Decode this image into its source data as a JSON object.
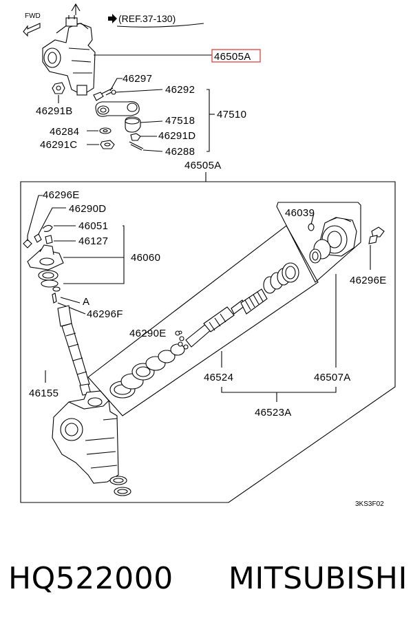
{
  "header": {
    "direction_label": "FWD",
    "reference": "(REF.37-130)"
  },
  "callouts": {
    "highlighted": "46505A",
    "c46297": "46297",
    "c46292": "46292",
    "c46291B": "46291B",
    "c47510": "47510",
    "c47518": "47518",
    "c46284": "46284",
    "c46291D": "46291D",
    "c46291C": "46291C",
    "c46288": "46288",
    "c46505A": "46505A",
    "c46296E_top": "46296E",
    "c46290D": "46290D",
    "c46051": "46051",
    "c46127": "46127",
    "c46060": "46060",
    "cA": "A",
    "c46296F": "46296F",
    "c46290E": "46290E",
    "c46155": "46155",
    "c46524": "46524",
    "c46507A": "46507A",
    "c46523A": "46523A",
    "c46039": "46039",
    "c46296E_right": "46296E"
  },
  "highlight_color": "#e05050",
  "diagram_code": "3KS3F02",
  "footer": {
    "part_number": "HQ522000",
    "brand": "MITSUBISHI"
  }
}
